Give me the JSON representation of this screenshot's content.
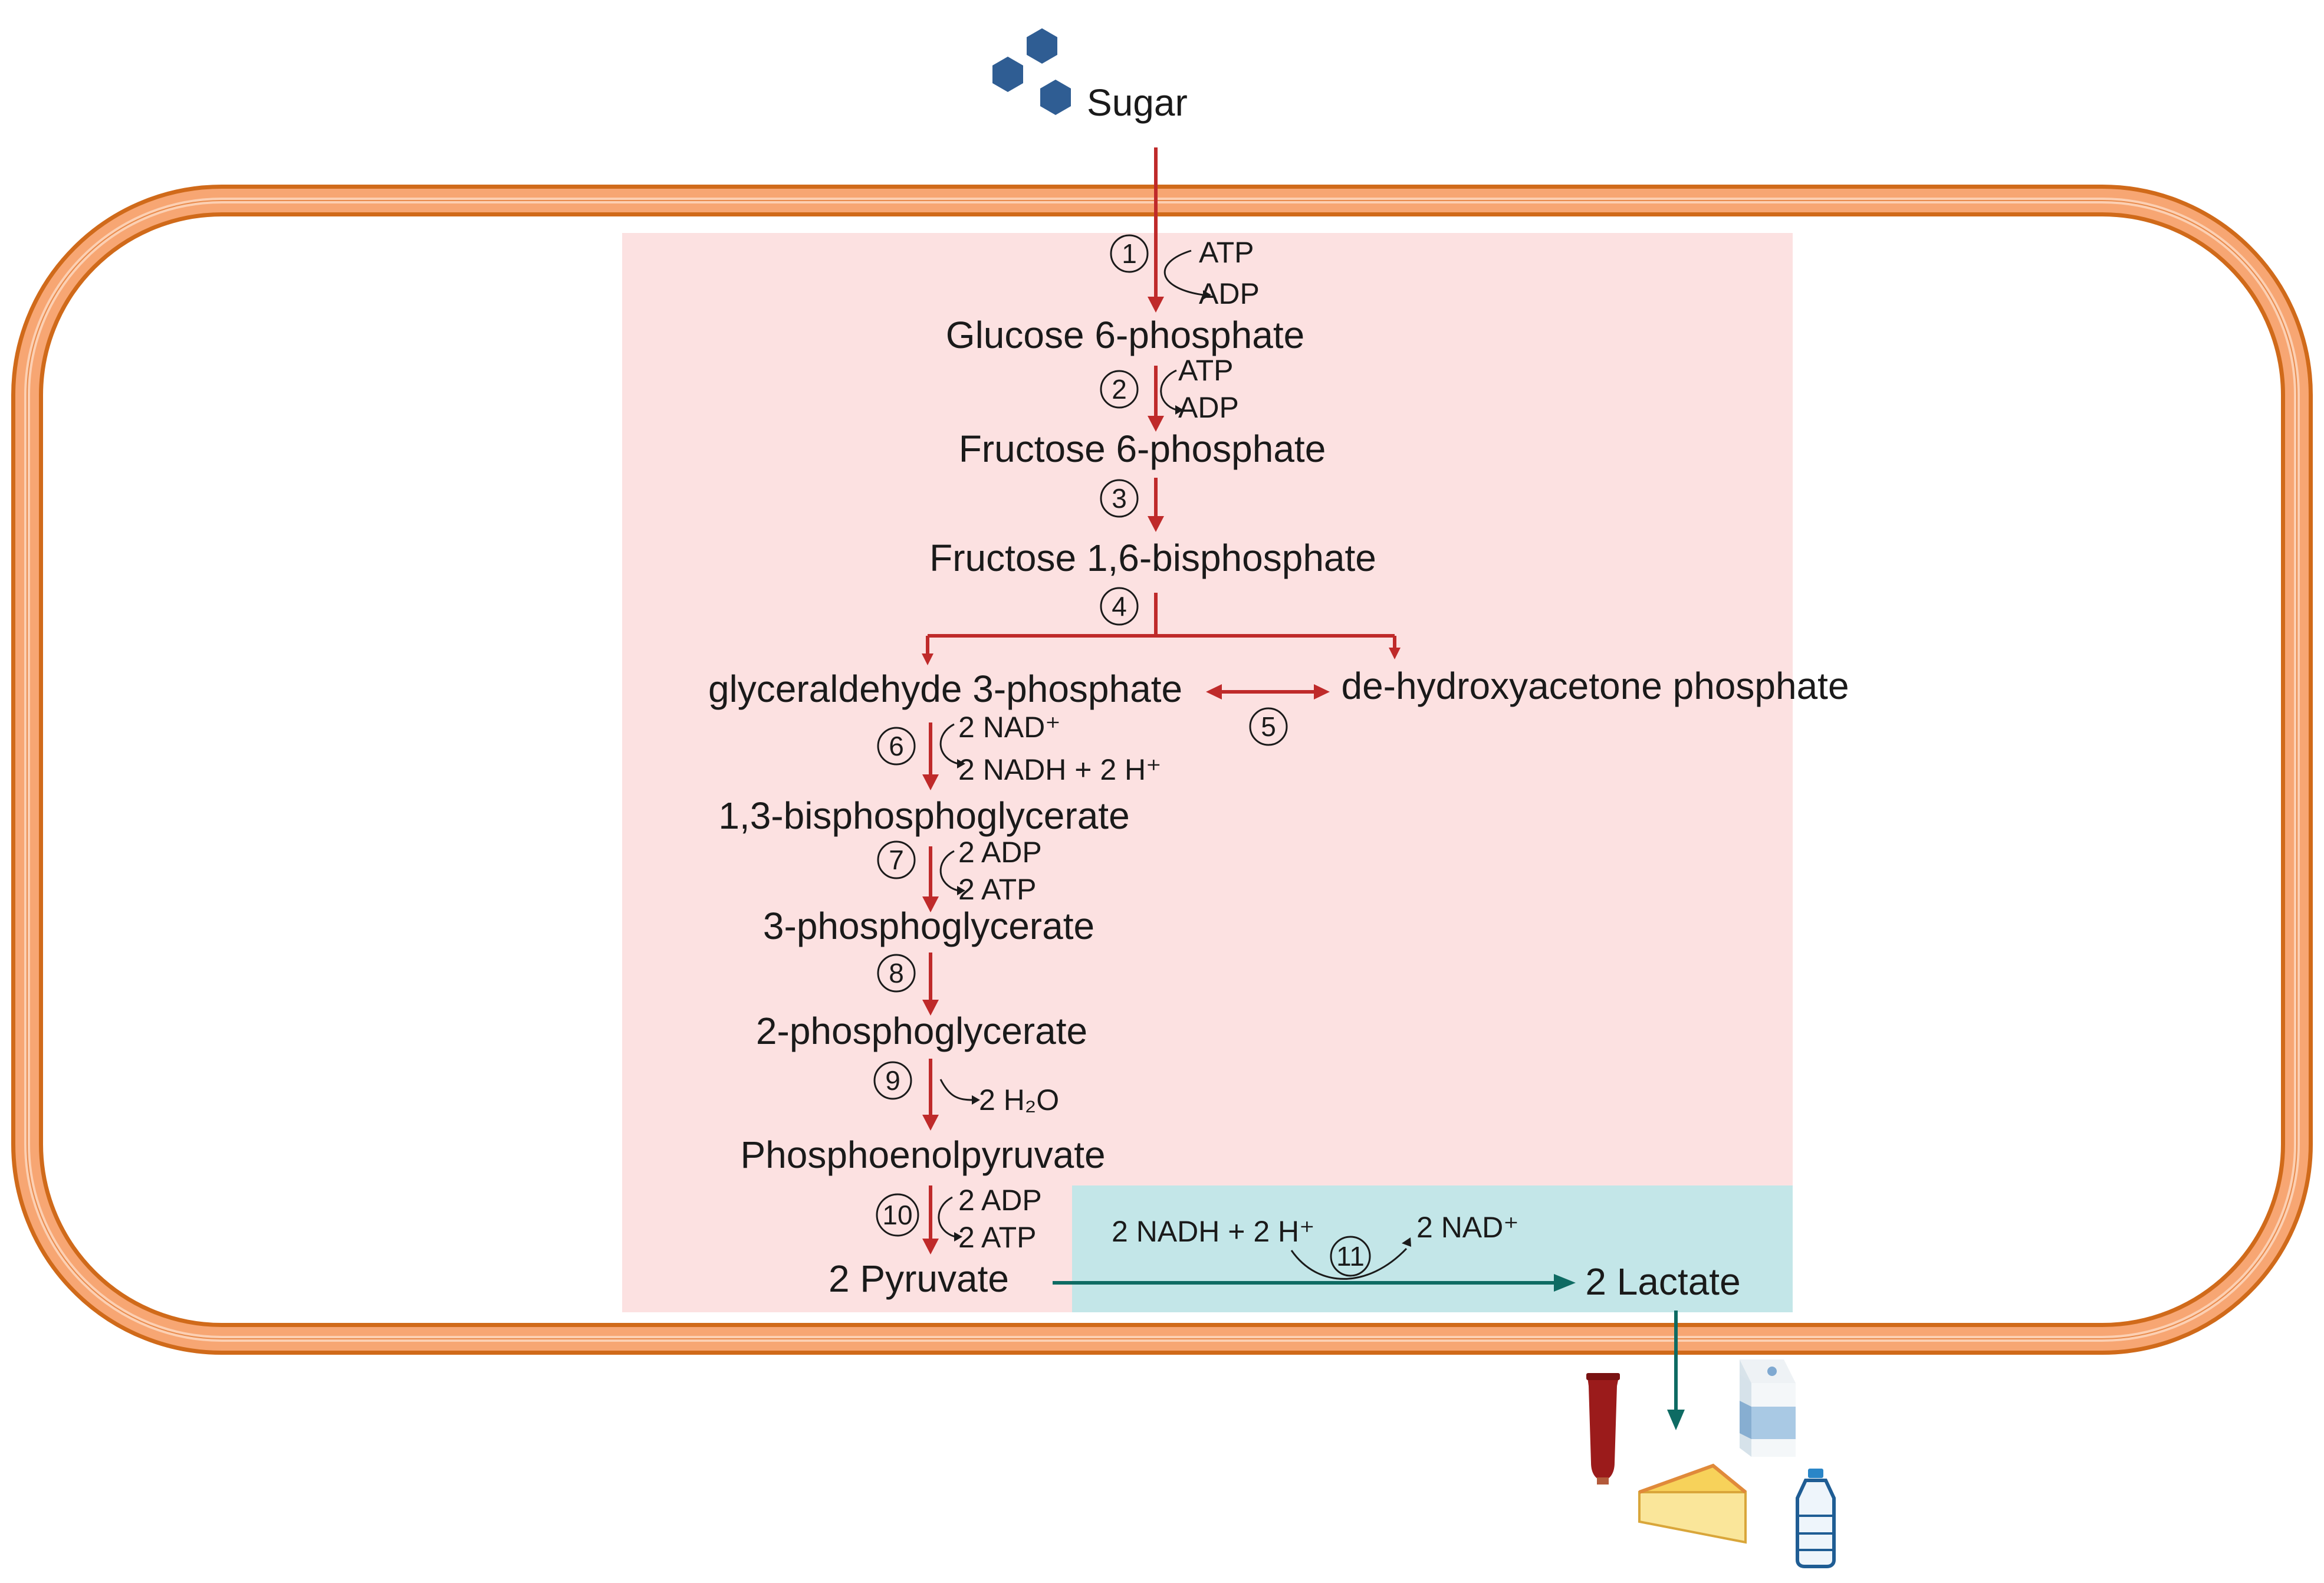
{
  "input": {
    "label": "Sugar"
  },
  "metabolites": {
    "g6p": "Glucose 6-phosphate",
    "f6p": "Fructose 6-phosphate",
    "f16bp": "Fructose 1,6-bisphosphate",
    "g3p": "glyceraldehyde 3-phosphate",
    "dhap": "de-hydroxyacetone phosphate",
    "bpg13": "1,3-bisphosphoglycerate",
    "pg3": "3-phosphoglycerate",
    "pg2": "2-phosphoglycerate",
    "pep": "Phosphoenolpyruvate",
    "pyruvate": "2 Pyruvate",
    "lactate": "2 Lactate"
  },
  "steps": [
    {
      "number": "1",
      "in": "ATP",
      "out": "ADP"
    },
    {
      "number": "2",
      "in": "ATP",
      "out": "ADP"
    },
    {
      "number": "3"
    },
    {
      "number": "4"
    },
    {
      "number": "5"
    },
    {
      "number": "6",
      "in": "2 NAD⁺",
      "out": "2 NADH + 2 H⁺"
    },
    {
      "number": "7",
      "in": "2 ADP",
      "out": "2 ATP"
    },
    {
      "number": "8"
    },
    {
      "number": "9",
      "out": "2 H₂O"
    },
    {
      "number": "10",
      "in": "2 ADP",
      "out": "2 ATP"
    },
    {
      "number": "11",
      "in": "2 NADH + 2 H⁺",
      "out": "2 NAD⁺"
    }
  ],
  "products_icons": [
    "ketchup-bottle-icon",
    "cheese-wedge-icon",
    "milk-carton-icon",
    "water-bottle-icon"
  ],
  "colors": {
    "cell_wall_outer": "#d06a1a",
    "cell_wall_inner": "#f5a070",
    "glycolysis_bg": "#fce1e1",
    "fermentation_bg": "#c3e6e8",
    "glycolysis_arrow": "#bf2a2a",
    "fermentation_arrow": "#0e6b63",
    "sugar_hexagon": "#2f5d93"
  }
}
